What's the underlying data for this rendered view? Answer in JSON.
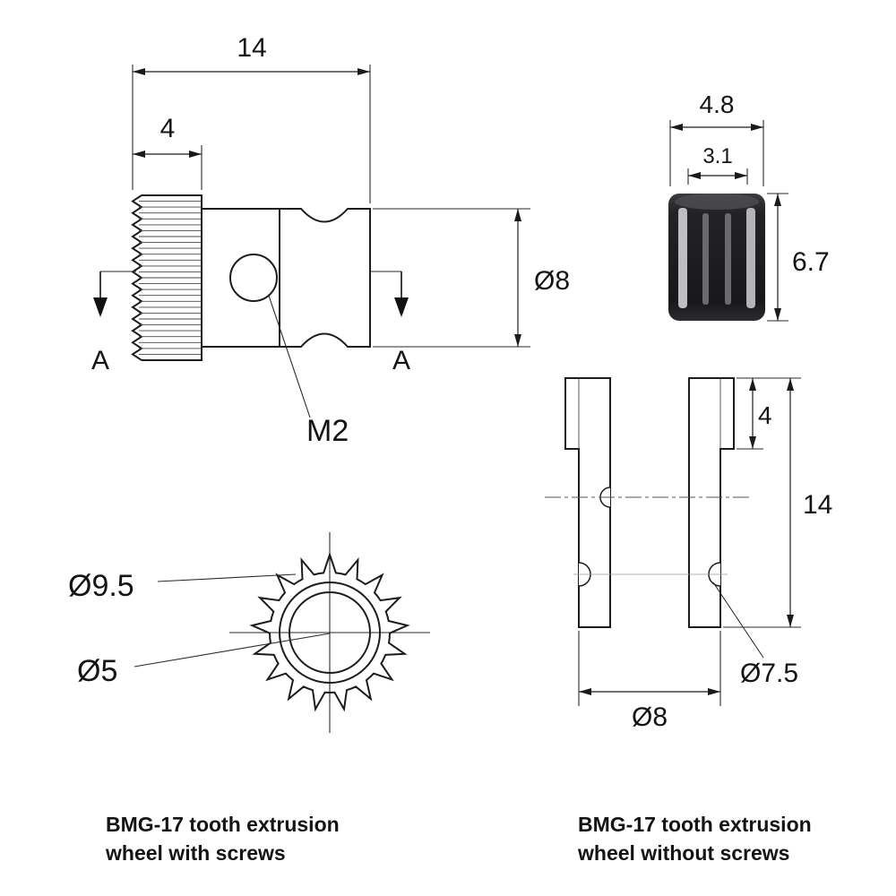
{
  "side_view": {
    "dim_total_width": "14",
    "dim_gear_width": "4",
    "dim_diameter": "Ø8",
    "section_label_left": "A",
    "section_label_right": "A",
    "thread_label": "M2"
  },
  "photo": {
    "dim_outer_width": "4.8",
    "dim_inner_width": "3.1",
    "dim_height": "6.7"
  },
  "section_view": {
    "dim_gear_height": "4",
    "dim_total_height": "14",
    "dim_groove_diameter": "Ø7.5",
    "dim_outer_diameter": "Ø8"
  },
  "front_view": {
    "dim_tip_diameter": "Ø9.5",
    "dim_bore_diameter": "Ø5"
  },
  "captions": {
    "left": "BMG-17 tooth extrusion\nwheel with screws",
    "right": "BMG-17 tooth extrusion\nwheel without screws"
  }
}
